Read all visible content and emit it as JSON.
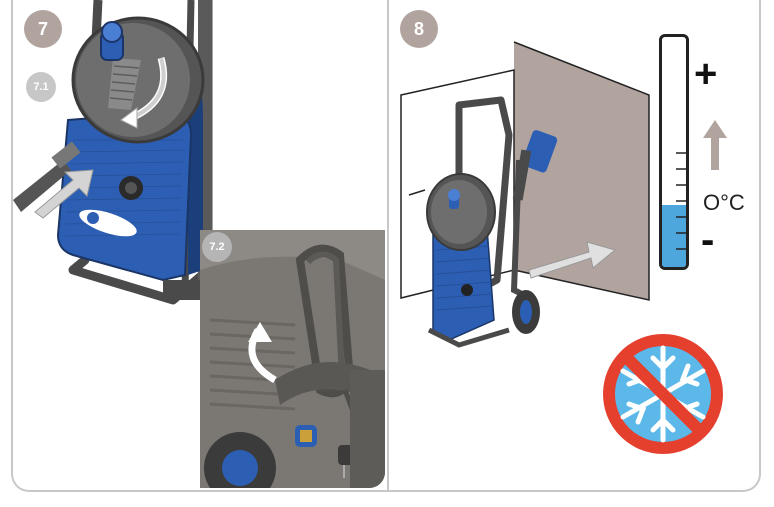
{
  "steps": {
    "step7": {
      "number": "7",
      "sub1": "7.1",
      "sub2": "7.2"
    },
    "step8": {
      "number": "8"
    }
  },
  "thermometer": {
    "plus": "+",
    "minus": "-",
    "unit_label": "O°C",
    "fill_level": 0.27
  },
  "colors": {
    "badge": "#b1a49f",
    "sub_badge": "#c7c7c7",
    "machine_blue": "#2c5fb4",
    "frame_dark": "#4a4a4a",
    "prohibit_red": "#e53f2e",
    "snow_blue": "#5bb8e8",
    "thermo_blue": "#4ea7dc",
    "photo_gray": "#8d8a86"
  },
  "icons": {
    "no_frost": "no-frost-icon",
    "arrow": "gray-arrow-icon"
  }
}
